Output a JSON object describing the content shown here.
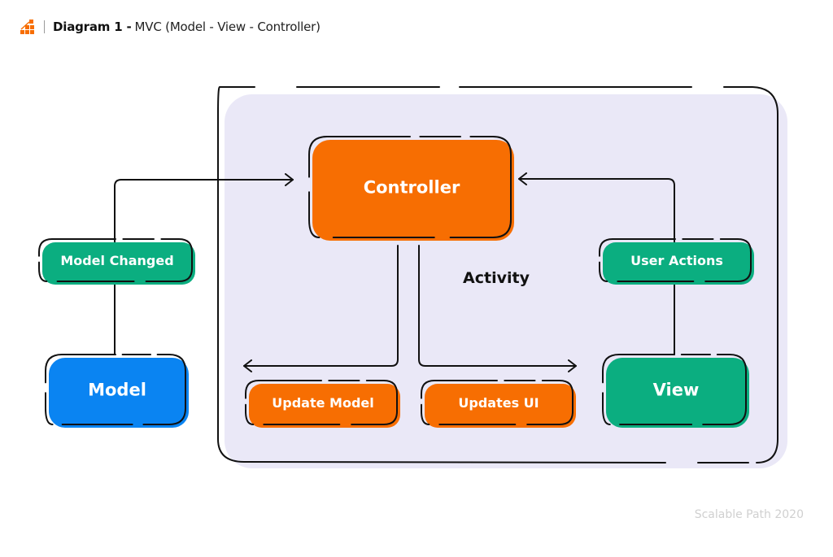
{
  "header": {
    "logo_icon": "scalable-path-logo-icon",
    "title_bold": "Diagram 1 -",
    "title_rest": "MVC (Model - View - Controller)"
  },
  "diagram": {
    "container_label": "Activity",
    "nodes": {
      "controller": {
        "label": "Controller",
        "color": "#F76E02"
      },
      "model_changed": {
        "label": "Model Changed",
        "color": "#0BAE80"
      },
      "model": {
        "label": "Model",
        "color": "#0A84F2"
      },
      "update_model": {
        "label": "Update Model",
        "color": "#F76E02"
      },
      "updates_ui": {
        "label": "Updates UI",
        "color": "#F76E02"
      },
      "user_actions": {
        "label": "User Actions",
        "color": "#0BAE80"
      },
      "view": {
        "label": "View",
        "color": "#0BAE80"
      }
    },
    "container_fill": "#EAE8F7",
    "edges": [
      {
        "from": "model",
        "to": "model_changed"
      },
      {
        "from": "model_changed",
        "to": "controller"
      },
      {
        "from": "view",
        "to": "user_actions"
      },
      {
        "from": "user_actions",
        "to": "controller"
      },
      {
        "from": "controller",
        "to": "update_model"
      },
      {
        "from": "controller",
        "to": "updates_ui"
      }
    ]
  },
  "footer": {
    "credit": "Scalable Path 2020"
  }
}
